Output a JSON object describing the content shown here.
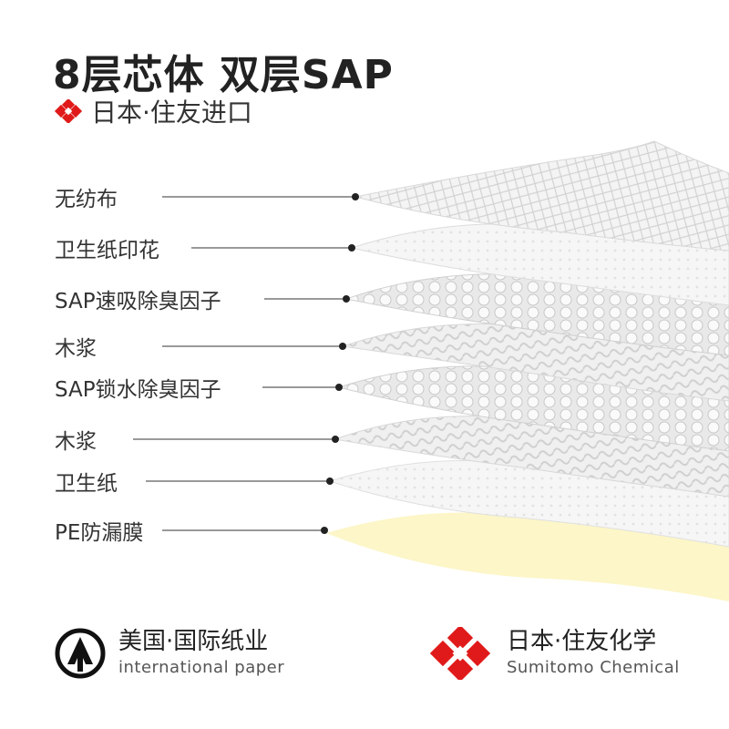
{
  "header": {
    "title": "8层芯体 双层SAP",
    "subtitle": "日本·住友进口"
  },
  "layers": [
    "无纺布",
    "卫生纸印花",
    "SAP速吸除臭因子",
    "木浆",
    "SAP锁水除臭因子",
    "木浆",
    "卫生纸",
    "PE防漏膜"
  ],
  "brands": {
    "left": {
      "cn": "美国·国际纸业",
      "en": "international paper"
    },
    "right": {
      "cn": "日本·住友化学",
      "en": "Sumitomo Chemical"
    }
  },
  "colors": {
    "accent": "#e01a1a",
    "pe_film": "#fcf6c8",
    "text": "#333333"
  }
}
